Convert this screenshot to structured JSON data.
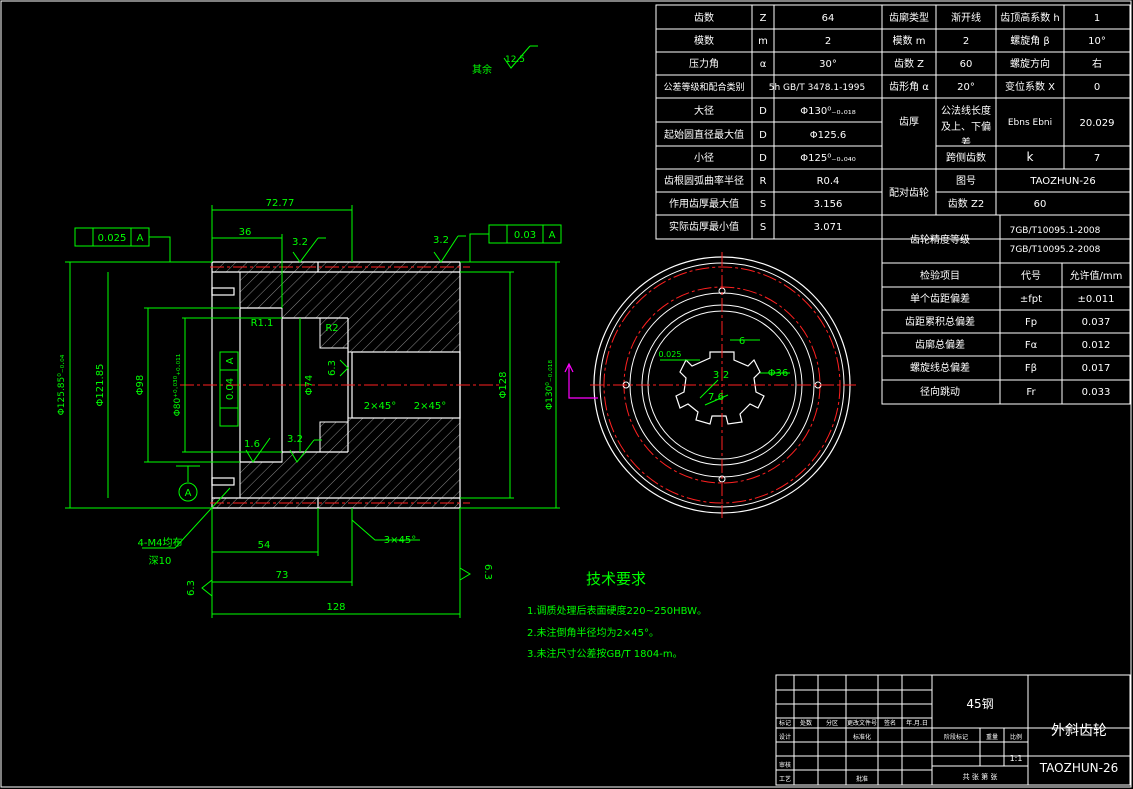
{
  "colors": {
    "background": "#000000",
    "outline": "#ffffff",
    "dimension": "#00ff00",
    "center_line": "#ff2020",
    "hatch": "#808080",
    "accent": "#ff00ff"
  },
  "top_table": {
    "rows": [
      [
        "齿数",
        "Z",
        "64"
      ],
      [
        "模数",
        "m",
        "2"
      ],
      [
        "压力角",
        "α",
        "30°"
      ],
      [
        "公差等级和配合类别",
        "5h GB/T 3478.1-1995",
        ""
      ],
      [
        "大径",
        "D",
        "Φ130⁰₋₀.₀₁₈"
      ],
      [
        "起始圆直径最大值",
        "D",
        "Φ125.6"
      ],
      [
        "小径",
        "D",
        "Φ125⁰₋₀.₀₄₀"
      ],
      [
        "齿根圆弧曲率半径",
        "R",
        "R0.4"
      ],
      [
        "作用齿厚最大值",
        "S",
        "3.156"
      ],
      [
        "实际齿厚最小值",
        "S",
        "3.071"
      ]
    ],
    "gear_params": [
      [
        "齿廓类型",
        "渐开线",
        "齿顶高系数 h",
        "1"
      ],
      [
        "模数 m",
        "2",
        "螺旋角 β",
        "10°"
      ],
      [
        "齿数 Z",
        "60",
        "螺旋方向",
        "右"
      ],
      [
        "齿形角 α",
        "20°",
        "变位系数 X",
        "0"
      ]
    ],
    "thickness_label": "齿厚",
    "common_normal_label": "公法线长度及上、下偏差",
    "common_normal_symbol": "Ebns Ebni",
    "common_normal_value": "20.029",
    "span_teeth_label": "跨侧齿数",
    "span_teeth_symbol": "k",
    "span_teeth_value": "7",
    "mating_label": "配对齿轮",
    "drawing_no_label": "图号",
    "drawing_no_value": "TAOZHUN-26",
    "mating_teeth_label": "齿数 Z2",
    "mating_teeth_value": "60"
  },
  "accuracy_table": {
    "title": "齿轮精度等级",
    "standard_1": "7GB/T10095.1-2008",
    "standard_2": "7GB/T10095.2-2008",
    "header": [
      "检验项目",
      "代号",
      "允许值/mm"
    ],
    "rows": [
      [
        "单个齿距偏差",
        "±fpt",
        "±0.011"
      ],
      [
        "齿距累积总偏差",
        "Fp",
        "0.037"
      ],
      [
        "齿廓总偏差",
        "Fα",
        "0.012"
      ],
      [
        "螺旋线总偏差",
        "Fβ",
        "0.017"
      ],
      [
        "径向跳动",
        "Fr",
        "0.033"
      ]
    ]
  },
  "annotations": {
    "other_roughness_label": "其余",
    "other_roughness_value": "12.5",
    "dim_72_77": "72.77",
    "dim_36": "36",
    "dim_54": "54",
    "dim_73": "73",
    "dim_128": "128",
    "roughness_3_2": "3.2",
    "roughness_6_3": "6.3",
    "roughness_1_6": "1.6",
    "radius_r1_1": "R1.1",
    "radius_r2": "R2",
    "chamfer_2x45": "2×45°",
    "chamfer_3x45": "3×45°",
    "runout_1": "0.025",
    "runout_2": "0.03",
    "datum_a": "A",
    "perp_tol": "0.04",
    "dia_125_85": "Φ125.85⁰₋₀.₀₄",
    "dia_121_85": "Φ121.85",
    "dia_98": "Φ98",
    "dia_80": "Φ80⁺⁰·⁰³⁰₊₀.₀₁₁",
    "dia_74": "Φ74",
    "dia_128": "Φ128",
    "dia_130": "Φ130⁰₋₀.₀₁₈",
    "holes_note_1": "4-M4均布",
    "holes_note_2": "深10",
    "end_dim_6": "6",
    "end_dim_36": "Φ36",
    "end_dim_2": "2",
    "end_dim_3": "3",
    "end_dim_7_6": "7.6",
    "end_tol": "0.025"
  },
  "tech_requirements": {
    "title": "技术要求",
    "items": [
      "1.调质处理后表面硬度220~250HBW。",
      "2.未注倒角半径均为2×45°。",
      "3.未注尺寸公差按GB/T 1804-m。"
    ]
  },
  "title_block": {
    "material": "45钢",
    "part_name": "外斜齿轮",
    "drawing_no": "TAOZHUN-26",
    "scale": "1:1",
    "row_labels": [
      "标记",
      "处数",
      "分区",
      "更改文件号",
      "签名",
      "年.月.日"
    ],
    "design_label": "设计",
    "standardize_label": "标准化",
    "stage_label": "阶段标记",
    "weight_label": "重量",
    "scale_label": "比例",
    "review_label": "审核",
    "process_label": "工艺",
    "approve_label": "批准",
    "sheet_info": "共 张 第 张"
  }
}
